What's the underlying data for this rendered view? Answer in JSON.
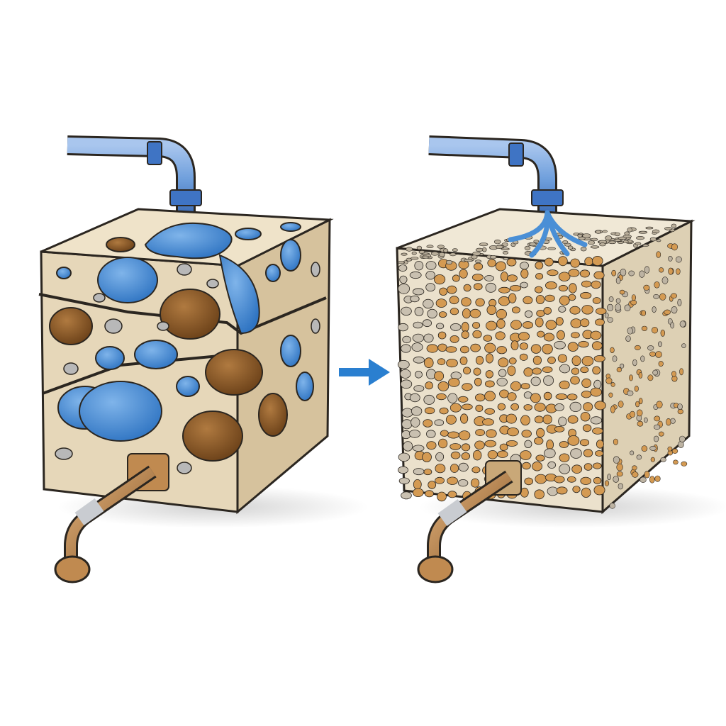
{
  "colors": {
    "background": "#ffffff",
    "stone_light": "#e9dcc2",
    "stone_mid": "#d9c8a6",
    "stone_dark": "#c4b08a",
    "outline": "#2b2620",
    "water_blue": "#4a8fd6",
    "pipe_blue": "#6f9fdc",
    "pipe_collar": "#3f74c4",
    "clay_brown": "#8a5a2b",
    "grain_tan": "#d49a52",
    "arrow_blue": "#2a7fd0",
    "drain_copper": "#b07a45",
    "drain_steel": "#c9ccd1"
  },
  "panels": [
    {
      "id": "left",
      "state": "large-pores"
    },
    {
      "id": "right",
      "state": "fine-pores"
    }
  ],
  "arrow": {
    "icon": "arrow-right-icon"
  }
}
